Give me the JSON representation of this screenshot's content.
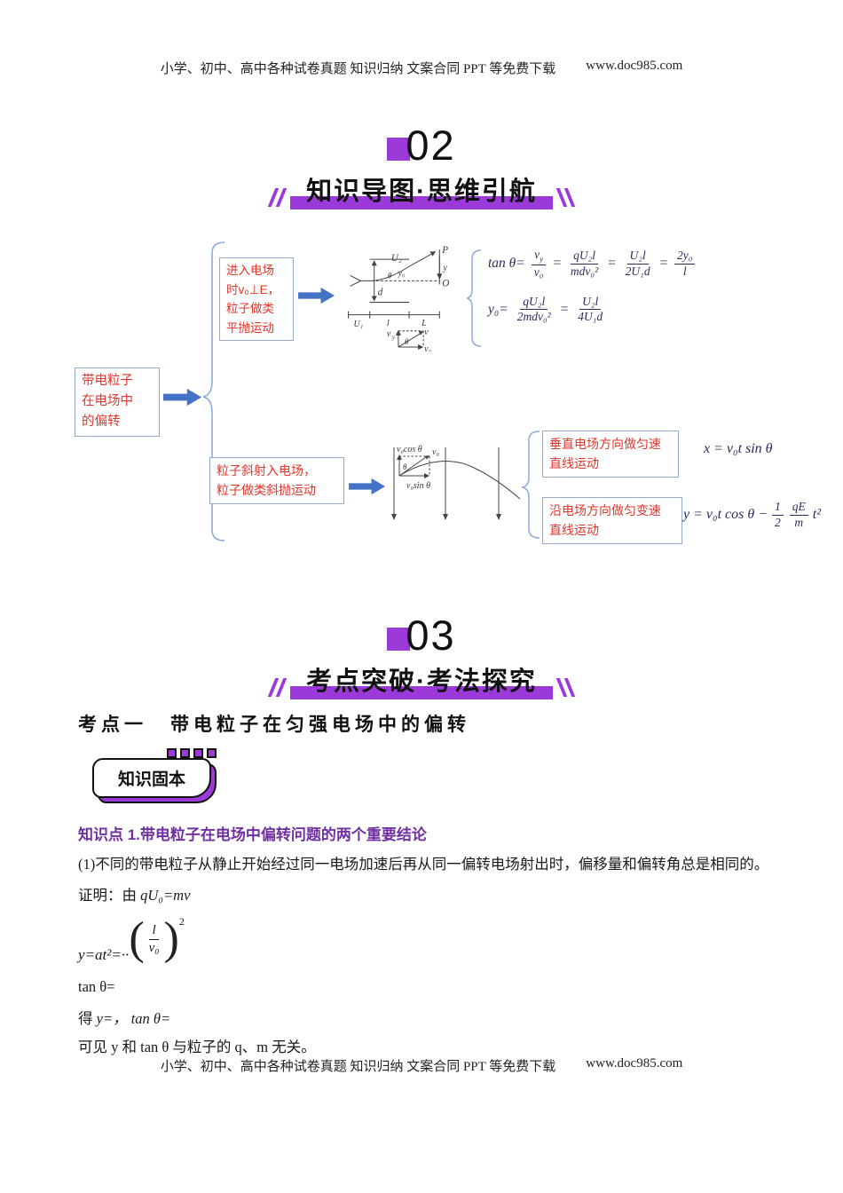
{
  "header": {
    "links": "小学、初中、高中各种试卷真题 知识归纳 文案合同 PPT 等免费下载",
    "url": "www.doc985.com"
  },
  "footer": {
    "links": "小学、初中、高中各种试卷真题 知识归纳 文案合同 PPT 等免费下载",
    "url": "www.doc985.com"
  },
  "section02": {
    "number": "02",
    "title": "知识导图·思维引航"
  },
  "section03": {
    "number": "03",
    "title": "考点突破·考法探究"
  },
  "mindmap": {
    "eq": "=",
    "root_label": "带电粒子\n在电场中\n的偏转",
    "branch1": {
      "label": "进入电场\n时v₀⊥E，\n粒子做类\n平抛运动",
      "diagram": {
        "U2": "U₂",
        "P": "P",
        "y": "y",
        "theta": "θ",
        "y0": "y₀",
        "d": "d",
        "O": "O",
        "U1": "U₁",
        "l": "l",
        "L": "L",
        "v_base": "v",
        "v_sub": "y",
        "v": "v",
        "v0": "v₀",
        "theta2": "θ"
      },
      "eq1": {
        "lhs": "tan θ=",
        "num1_base": "v",
        "num1_sub": "y",
        "den1": "v₀",
        "num2": "qU₂l",
        "den2": "mdv₀²",
        "num3": "U₂l",
        "den3": "2U₁d",
        "num4": "2y₀",
        "den4": "l"
      },
      "eq2": {
        "lhs": "y₀=",
        "num1": "qU₂l",
        "den1": "2mdv₀²",
        "num2": "U₂l",
        "den2": "4U₁d"
      }
    },
    "branch2": {
      "label": "粒子斜射入电场，\n粒子做类斜抛运动",
      "diagram": {
        "vcos": "v₀cos θ",
        "v0": "v₀",
        "theta": "θ",
        "vsin": "v₀sin θ"
      },
      "sub1": {
        "label": "垂直电场方向做匀速\n直线运动",
        "formula": "x = v₀t sin θ"
      },
      "sub2": {
        "label": "沿电场方向做匀变速\n直线运动",
        "pre": "y = v₀t cos θ −",
        "f1_num": "1",
        "f1_den": "2",
        "f2_num": "qE",
        "f2_den": "m",
        "post": "t²"
      }
    }
  },
  "content": {
    "kaodian_title": "考点一　带电粒子在匀强电场中的偏转",
    "badge_label": "知识固本",
    "point_title": "知识点 1.带电粒子在电场中偏转问题的两个重要结论",
    "para1": "(1)不同的带电粒子从静止开始经过同一电场加速后再从同一偏转电场射出时，偏移量和偏转角总是相同的。",
    "proof_pre": "证明：由 ",
    "proof_math": "qU₀=mv",
    "eq_y": {
      "lhs": "y=at²=··",
      "lp": "(",
      "num": "l",
      "den": "v₀",
      "rp": ")",
      "exp": "2"
    },
    "tan_line": "tan θ=",
    "de_pre": "得 ",
    "de_math": "y=， tan θ=",
    "conclusion": "可见 y 和 tan θ 与粒子的 q、m 无关。"
  }
}
